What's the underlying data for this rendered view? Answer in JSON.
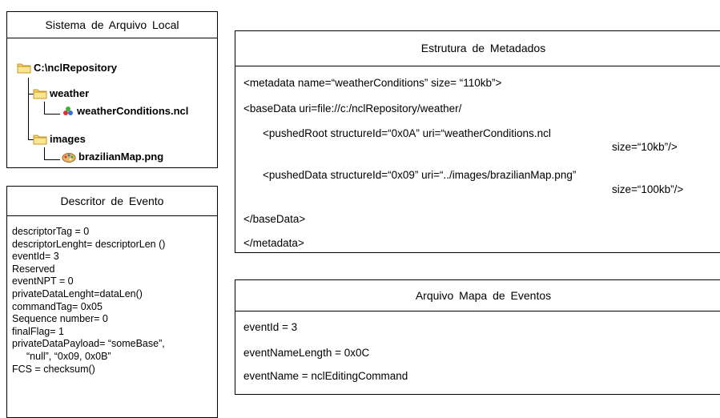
{
  "fs": {
    "title": "Sistema de Arquivo Local",
    "root": "C:\\nclRepository",
    "folder1": "weather",
    "file1": "weatherConditions.ncl",
    "folder2": "images",
    "file2": "brazilianMap.png"
  },
  "descriptor": {
    "title": "Descritor de Evento",
    "lines": [
      "descriptorTag = 0",
      "descriptorLenght= descriptorLen ()",
      "eventId= 3",
      "Reserved",
      "eventNPT = 0",
      "privateDataLenght=dataLen()",
      "commandTag= 0x05",
      "Sequence number= 0",
      "finalFlag= 1",
      "privateDataPayload= “someBase”,",
      "“null”, “0x09, 0x0B”",
      "FCS = checksum()"
    ]
  },
  "metadata": {
    "title": "Estrutura de Metadados",
    "line1": "<metadata name=“weatherConditions” size= “110kb”>",
    "line2": "<baseData uri=file://c:/nclRepository/weather/",
    "line3": "<pushedRoot structureId=“0x0A” uri=“weatherConditions.ncl",
    "line3b": "size=“10kb”/>",
    "line4": "<pushedData structureId=“0x09” uri=“../images/brazilianMap.png”",
    "line4b": "size=“100kb”/>",
    "line5": "</baseData>",
    "line6": "</metadata>"
  },
  "eventmap": {
    "title": "Arquivo Mapa de Eventos",
    "line1": "eventId = 3",
    "line2": "eventNameLength = 0x0C",
    "line3": "eventName = nclEditingCommand"
  }
}
